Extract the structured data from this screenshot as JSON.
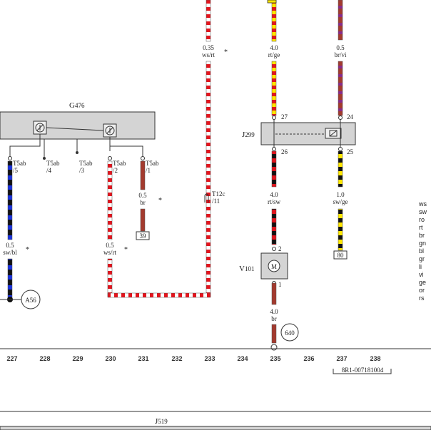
{
  "components": {
    "g476": {
      "prefix": "G",
      "num": "476"
    },
    "j299": {
      "prefix": "J",
      "num": "299"
    },
    "v101": {
      "prefix": "V",
      "num": "101"
    },
    "j519": {
      "prefix": "J",
      "num": "519"
    },
    "t12c": {
      "label": "T12c",
      "pin": "/11"
    },
    "motor_symbol": "M",
    "ground_a56": "A56",
    "ground_640": "640"
  },
  "connectors": [
    {
      "line1": "T5ab",
      "line2": "/5"
    },
    {
      "line1": "T5ab",
      "line2": "/4"
    },
    {
      "line1": "T5ab",
      "line2": "/3"
    },
    {
      "line1": "T5ab",
      "line2": "/2"
    },
    {
      "line1": "T5ab",
      "line2": "/1"
    }
  ],
  "wires": {
    "w233_top": {
      "size": "0.35",
      "color": "ws/rt"
    },
    "w235_top": {
      "size": "4.0",
      "color": "rt/ge"
    },
    "w237_top": {
      "size": "0.5",
      "color": "br/vi"
    },
    "w227": {
      "size": "0.5",
      "color": "sw/bl"
    },
    "w230": {
      "size": "0.5",
      "color": "ws/rt"
    },
    "w231": {
      "size": "0.5",
      "color": "br"
    },
    "w235_mid": {
      "size": "4.0",
      "color": "rt/sw"
    },
    "w237_mid": {
      "size": "1.0",
      "color": "sw/ge"
    },
    "w235_bot": {
      "size": "4.0",
      "color": "br"
    }
  },
  "pins": {
    "j299_27": "27",
    "j299_24": "24",
    "j299_26": "26",
    "j299_25": "25",
    "v101_2": "2",
    "v101_1": "1"
  },
  "refs": {
    "ref39": "39",
    "ref80": "80"
  },
  "asterisk": "*",
  "ruler": [
    "227",
    "228",
    "229",
    "230",
    "231",
    "232",
    "233",
    "234",
    "235",
    "236",
    "237",
    "238"
  ],
  "doc_id": "8R1-007181004",
  "color_legend": [
    "ws",
    "sw",
    "ro",
    "rt",
    "br",
    "gn",
    "bl",
    "gr",
    "li",
    "vi",
    "ge",
    "or",
    "rs"
  ],
  "wire_colors": {
    "red": "#e3141d",
    "white": "#ffffff",
    "yellow": "#ffe600",
    "black": "#111111",
    "blue": "#1a33e0",
    "brown": "#a33a2e",
    "violet": "#8a2a8a",
    "outline": "#555555",
    "box_fill": "#d4d4d4"
  }
}
